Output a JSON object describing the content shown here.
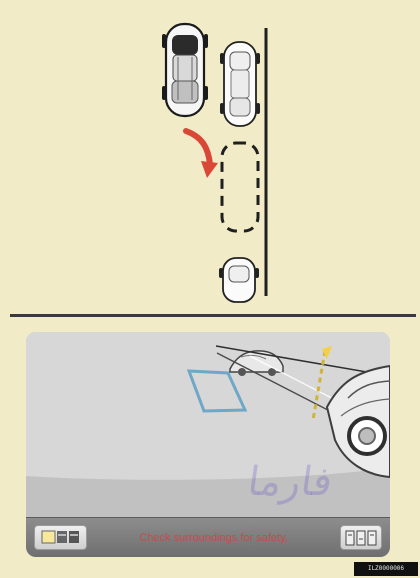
{
  "screen": {
    "warning_text": "Check surroundings for safety."
  },
  "footer": {
    "code": "ILZ0000006"
  },
  "watermark": {
    "text": "فارما"
  },
  "colors": {
    "background": "#f2ebc7",
    "arrow": "#d94836",
    "frame_line": "#6fa7c7",
    "flag": "#f2d148"
  },
  "icons": {
    "top_car": "sedan-top-view-icon",
    "arrow": "curved-arrow-icon",
    "left_button": "camera-mode-icon",
    "right_button": "grid-view-icon"
  }
}
